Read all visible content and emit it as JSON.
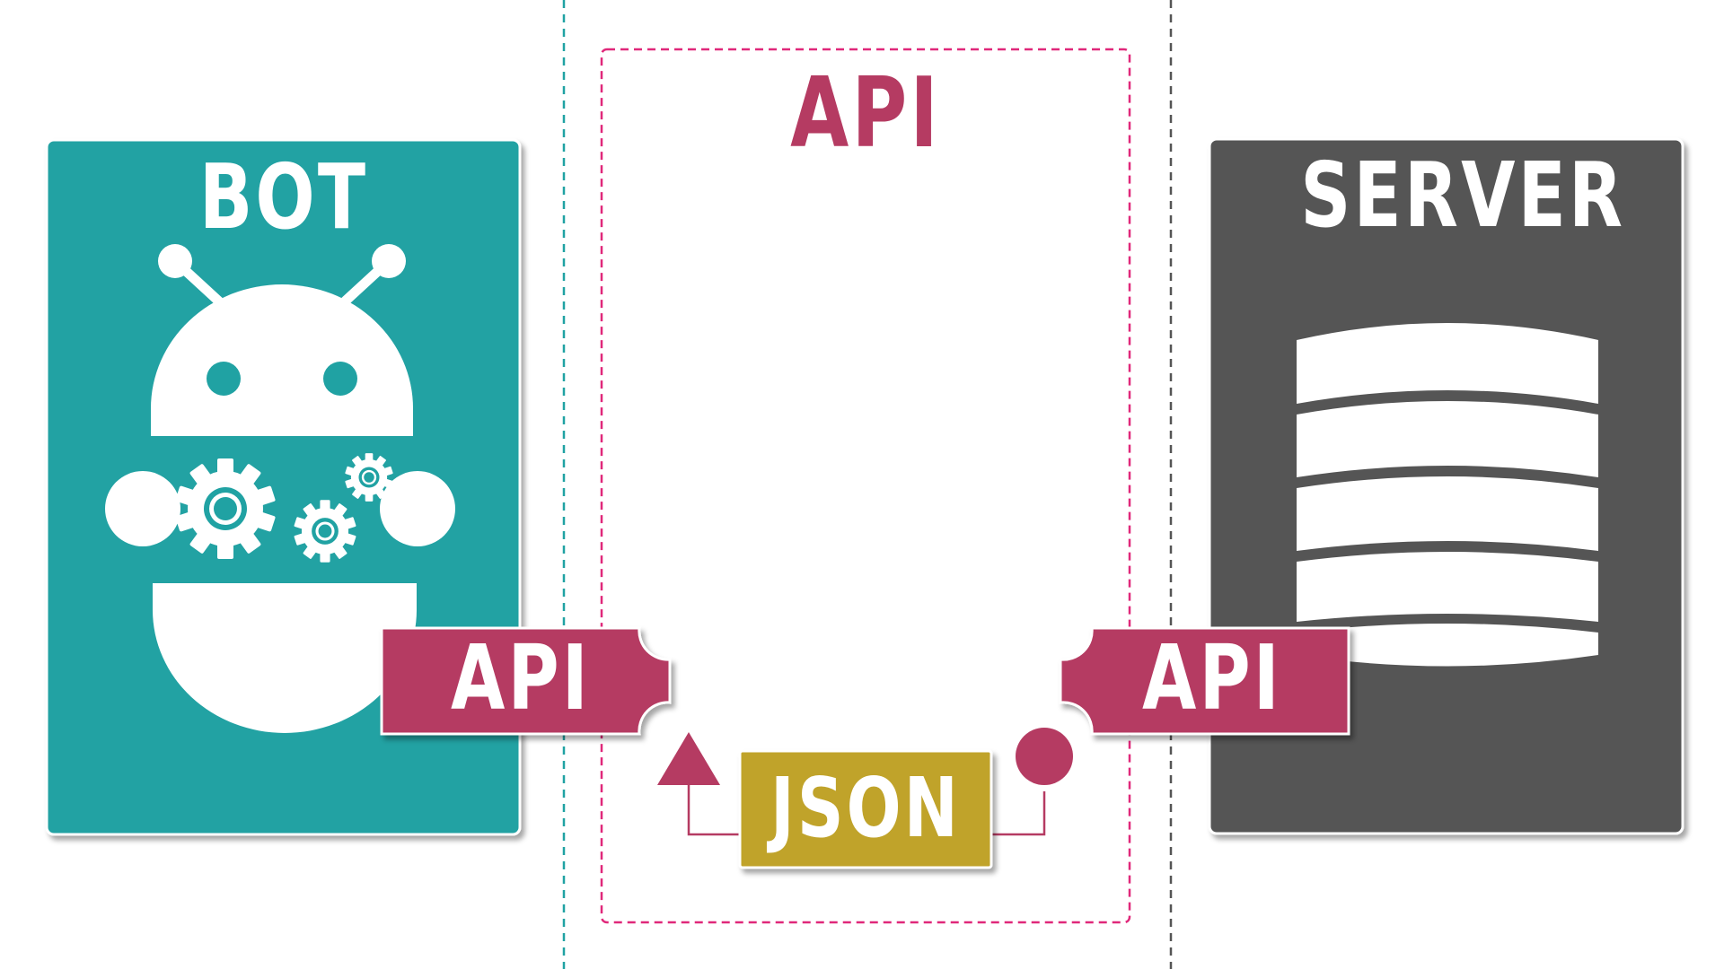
{
  "bot": {
    "title": "BOT",
    "icon": "robot-icon",
    "color": "#20a2a3"
  },
  "api_zone": {
    "title": "API",
    "color": "#e0287a"
  },
  "server": {
    "title": "SERVER",
    "icon": "database-icon",
    "color": "#555555"
  },
  "connectors": {
    "left_label": "API",
    "right_label": "API",
    "color": "#b53b62"
  },
  "payload": {
    "label": "JSON",
    "color": "#c0a32a"
  }
}
